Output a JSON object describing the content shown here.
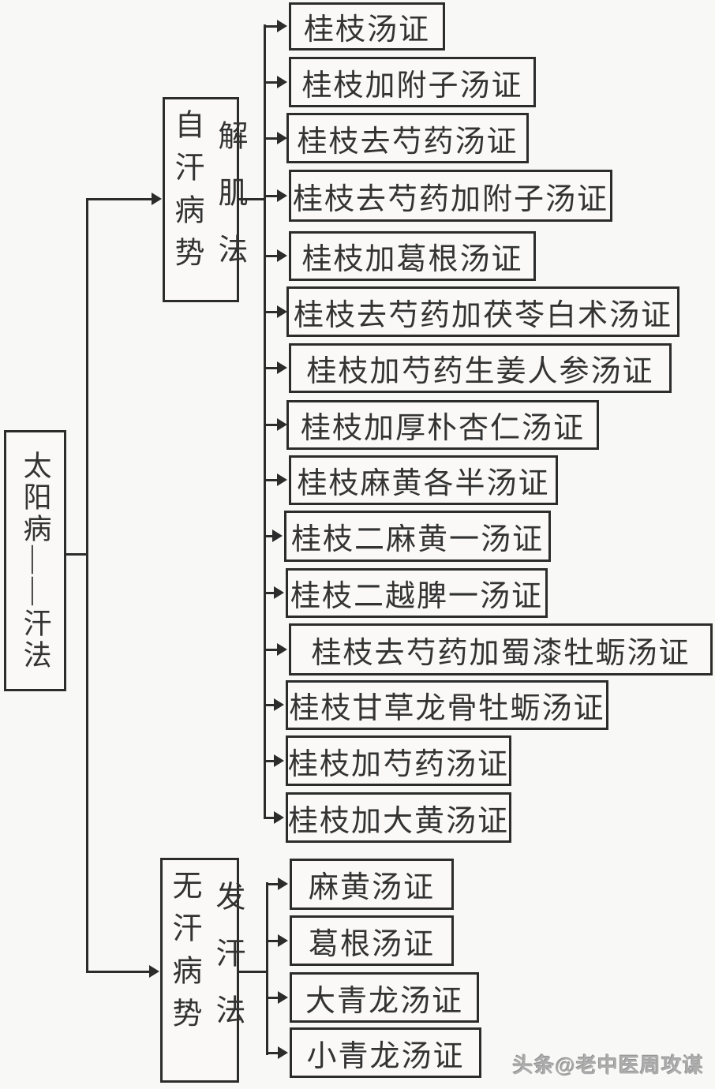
{
  "root": {
    "label": "太阳病——汗法"
  },
  "branches": [
    {
      "state_label": "自汗病势",
      "method_label": "解肌法",
      "leaves": [
        "桂枝汤证",
        "桂枝加附子汤证",
        "桂枝去芍药汤证",
        "桂枝去芍药加附子汤证",
        "桂枝加葛根汤证",
        "桂枝去芍药加茯苓白术汤证",
        "桂枝加芍药生姜人参汤证",
        "桂枝加厚朴杏仁汤证",
        "桂枝麻黄各半汤证",
        "桂枝二麻黄一汤证",
        "桂枝二越脾一汤证",
        "桂枝去芍药加蜀漆牡蛎汤证",
        "桂枝甘草龙骨牡蛎汤证",
        "桂枝加芍药汤证",
        "桂枝加大黄汤证"
      ]
    },
    {
      "state_label": "无汗病势",
      "method_label": "发汗法",
      "leaves": [
        "麻黄汤证",
        "葛根汤证",
        "大青龙汤证",
        "小青龙汤证"
      ]
    }
  ],
  "watermark": {
    "text": "头条@老中医周攻谋"
  },
  "colors": {
    "line": "#2c2c2c",
    "background": "#f8f8f6",
    "text": "#333333",
    "watermark": "#adadad"
  }
}
